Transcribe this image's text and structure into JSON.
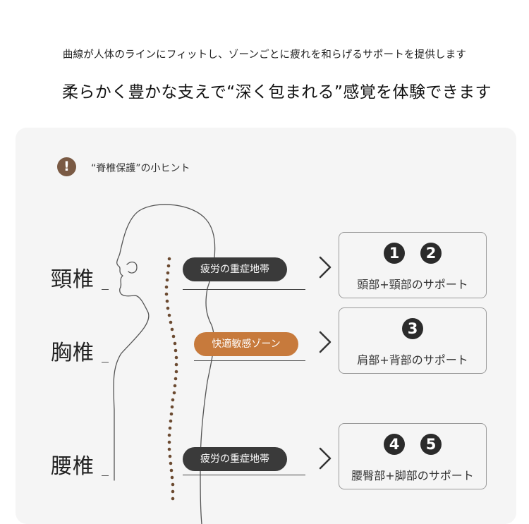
{
  "header": {
    "subheading": "曲線が人体のラインにフィットし、ゾーンごとに疲れを和らげるサポートを提供します",
    "heading": "柔らかく豊かな支えで“深く包まれる”感覚を体験できます"
  },
  "hint": {
    "icon": "exclamation-icon",
    "icon_glyph": "!",
    "text": "“脊椎保護”の小ヒント"
  },
  "zones": [
    {
      "label": "頸椎",
      "pill": "疲労の重症地帯",
      "pill_style": "dark",
      "numbers": [
        "1",
        "2"
      ],
      "support": "頭部+頸部のサポート"
    },
    {
      "label": "胸椎",
      "pill": "快適敏感ゾーン",
      "pill_style": "brown",
      "numbers": [
        "3"
      ],
      "support": "肩部+背部のサポート"
    },
    {
      "label": "腰椎",
      "pill": "疲労の重症地帯",
      "pill_style": "dark",
      "numbers": [
        "4",
        "5"
      ],
      "support": "腰臀部+脚部のサポート"
    }
  ],
  "colors": {
    "panel_bg": "#f5f5f5",
    "dark_pill": "#3a3a3a",
    "brown_pill": "#c77a3c",
    "hint_icon": "#7a5a44",
    "spine_dots": "#6b4a30"
  }
}
